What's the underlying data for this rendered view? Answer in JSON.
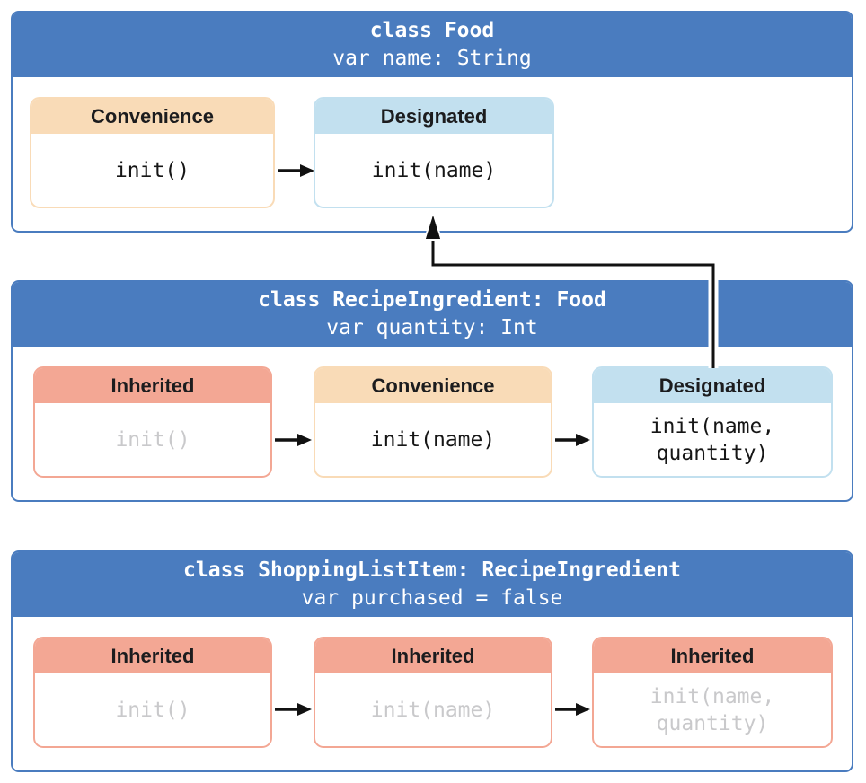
{
  "diagram": {
    "classes": [
      {
        "title": "class Food",
        "subtitle": "var name: String",
        "initializers": [
          {
            "kind": "Convenience",
            "code": "init()",
            "state": "active"
          },
          {
            "kind": "Designated",
            "code": "init(name)",
            "state": "active"
          }
        ]
      },
      {
        "title": "class RecipeIngredient: Food",
        "subtitle": "var quantity: Int",
        "initializers": [
          {
            "kind": "Inherited",
            "code": "init()",
            "state": "inherited"
          },
          {
            "kind": "Convenience",
            "code": "init(name)",
            "state": "active"
          },
          {
            "kind": "Designated",
            "code": "init(name,\nquantity)",
            "state": "active"
          }
        ]
      },
      {
        "title": "class ShoppingListItem: RecipeIngredient",
        "subtitle": "var purchased = false",
        "initializers": [
          {
            "kind": "Inherited",
            "code": "init()",
            "state": "inherited"
          },
          {
            "kind": "Inherited",
            "code": "init(name)",
            "state": "inherited"
          },
          {
            "kind": "Inherited",
            "code": "init(name,\nquantity)",
            "state": "inherited"
          }
        ]
      }
    ],
    "colors": {
      "class_header_blue": "#4A7CBF",
      "convenience_header_peach": "#F9DBB7",
      "designated_header_blue": "#C2E0EF",
      "inherited_header_salmon": "#F3A794",
      "active_code_text": "#161616",
      "inherited_code_text": "#C9C9CB",
      "connector_line": "#111111",
      "header_text": "#FFFFFF"
    }
  }
}
